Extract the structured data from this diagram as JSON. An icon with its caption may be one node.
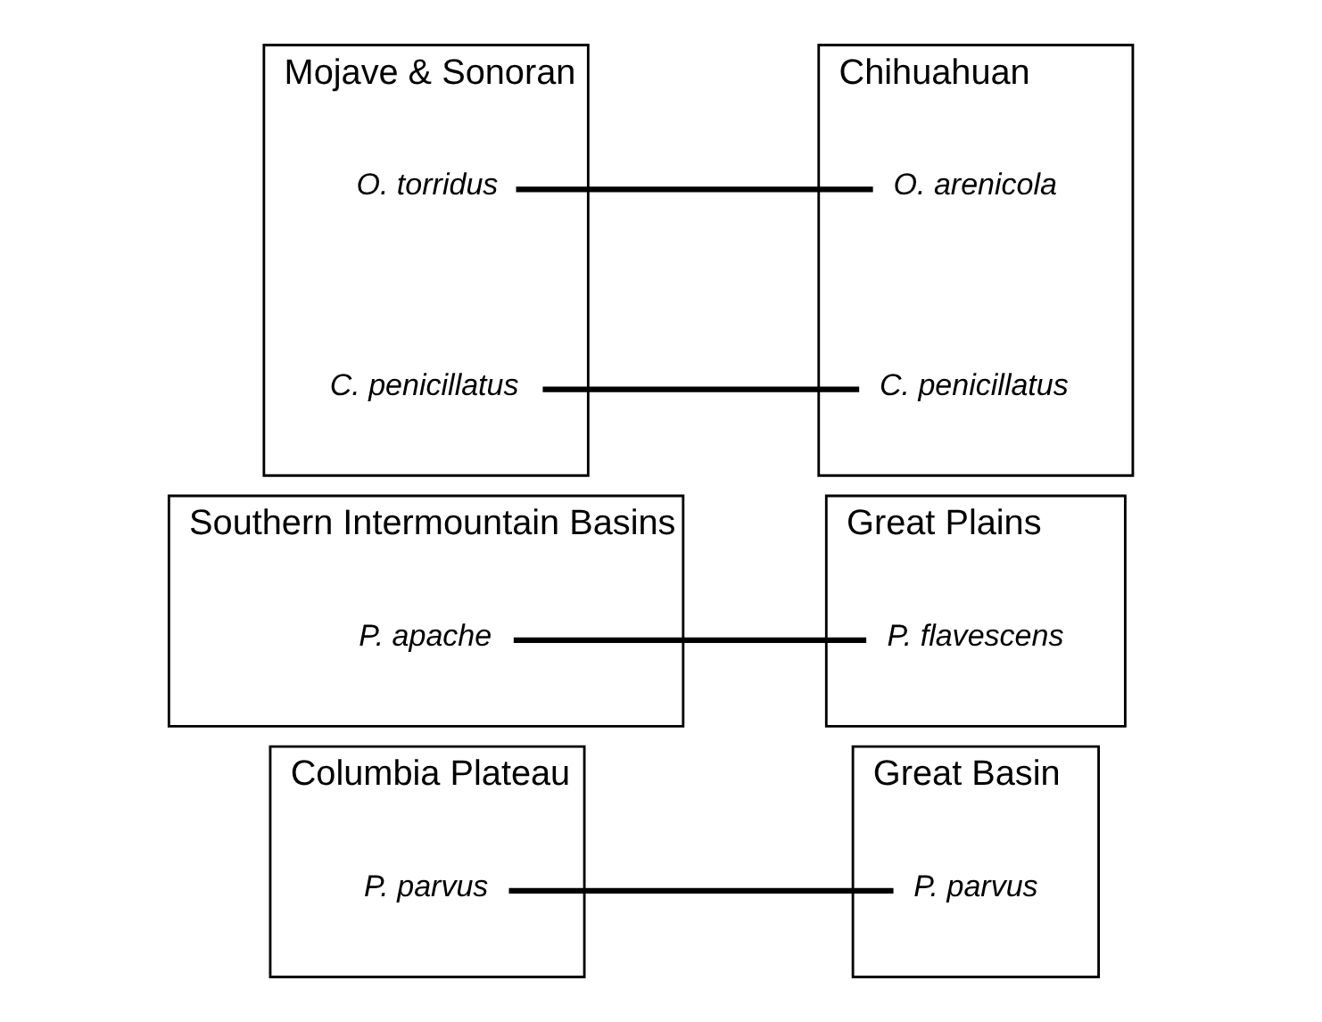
{
  "diagram": {
    "nodes": [
      {
        "text": [
          "Columbia Plateau"
        ]
      },
      {
        "text": [
          "P. parvus"
        ],
        "in": 0
      },
      {
        "text": [
          "Great Basin"
        ]
      },
      {
        "text": [
          "P. parvus"
        ],
        "in": 2
      },
      {
        "text": [
          "Southern Intermountain Basins"
        ]
      },
      {
        "text": [
          "P. apache"
        ],
        "in": 4
      },
      {
        "text": [
          "Great Plains"
        ]
      },
      {
        "text": [
          "P. flavescens"
        ],
        "in": 6
      },
      {
        "text": [
          "Mojave & Sonoran"
        ]
      },
      {
        "text": [
          "O. torridus"
        ],
        "in": 8
      },
      {
        "text": [
          "C. penicillatus"
        ],
        "in": 8
      },
      {
        "text": [
          "Chihuahuan"
        ]
      },
      {
        "text": [
          "O. arenicola"
        ],
        "in": 11
      },
      {
        "text": [
          "C. penicillatus"
        ],
        "in": 11
      }
    ],
    "edges": [
      {
        "from": 1,
        "to": 3,
        "arrow": "none"
      },
      {
        "from": 5,
        "to": 7,
        "arrow": "none"
      },
      {
        "from": 9,
        "to": 12,
        "arrow": "none"
      },
      {
        "from": 10,
        "to": 13,
        "arrow": "none"
      }
    ]
  }
}
